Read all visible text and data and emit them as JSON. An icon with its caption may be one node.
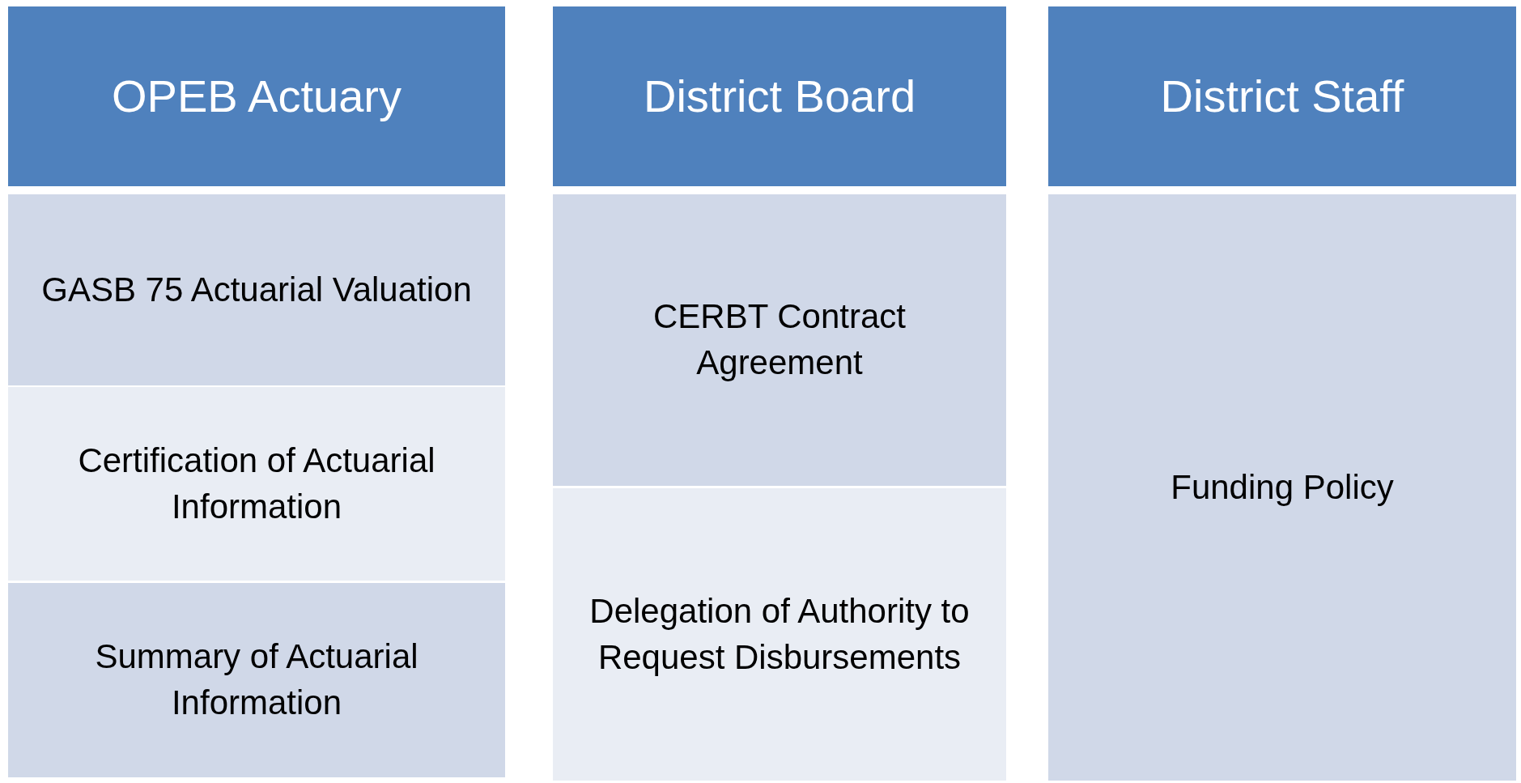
{
  "diagram": {
    "nodes": [
      {
        "text": [
          "OPEB Actuary"
        ]
      },
      {
        "text": [
          "GASB 75 Actuarial Valuation"
        ]
      },
      {
        "text": [
          "Certification of Actuarial Information"
        ]
      },
      {
        "text": [
          "Summary of Actuarial Information"
        ]
      },
      {
        "text": [
          "District Board"
        ]
      },
      {
        "text": [
          "CERBT Contract Agreement"
        ]
      },
      {
        "text": [
          "Delegation of Authority to Request Disbursements"
        ]
      },
      {
        "text": [
          "District Staff"
        ]
      },
      {
        "text": [
          "Funding Policy"
        ]
      }
    ]
  }
}
